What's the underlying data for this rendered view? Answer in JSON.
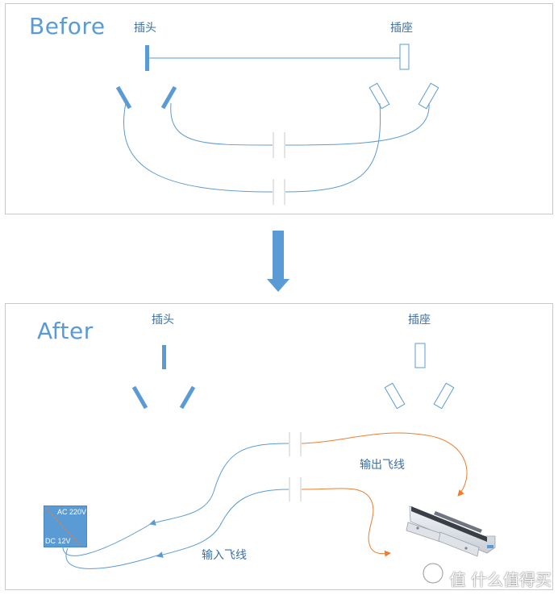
{
  "before": {
    "title": "Before",
    "plug_label": "插头",
    "socket_label": "插座"
  },
  "after": {
    "title": "After",
    "plug_label": "插头",
    "socket_label": "插座",
    "output_label": "输出飞线",
    "input_label": "输入飞线",
    "psu_ac": "AC 220V",
    "psu_dc": "DC 12V"
  },
  "watermark": "值 什么值得买",
  "colors": {
    "line_blue": "#5b9bd5",
    "line_orange": "#ed7d31",
    "panel_border": "#c9c9c9"
  }
}
